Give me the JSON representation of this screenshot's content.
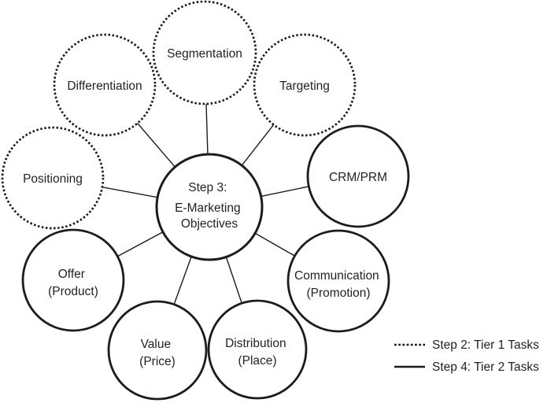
{
  "center": {
    "line1": "Step 3:",
    "line2": "E-Marketing",
    "line3": "Objectives",
    "style": "solid"
  },
  "nodes": {
    "segmentation": {
      "label": "Segmentation",
      "style": "dotted"
    },
    "differentiation": {
      "label": "Differentiation",
      "style": "dotted"
    },
    "targeting": {
      "label": "Targeting",
      "style": "dotted"
    },
    "positioning": {
      "label": "Positioning",
      "style": "dotted"
    },
    "crm": {
      "label": "CRM/PRM",
      "style": "solid"
    },
    "offer": {
      "line1": "Offer",
      "line2": "(Product)",
      "style": "solid"
    },
    "communication": {
      "line1": "Communication",
      "line2": "(Promotion)",
      "style": "solid"
    },
    "value": {
      "line1": "Value",
      "line2": "(Price)",
      "style": "solid"
    },
    "distribution": {
      "line1": "Distribution",
      "line2": "(Place)",
      "style": "solid"
    }
  },
  "legend": {
    "tier1": {
      "label": "Step 2: Tier 1 Tasks",
      "style": "dotted"
    },
    "tier2": {
      "label": "Step 4: Tier 2 Tasks",
      "style": "solid"
    }
  },
  "colors": {
    "line": "#1c1c1c",
    "text": "#231f20",
    "background": "#ffffff"
  }
}
